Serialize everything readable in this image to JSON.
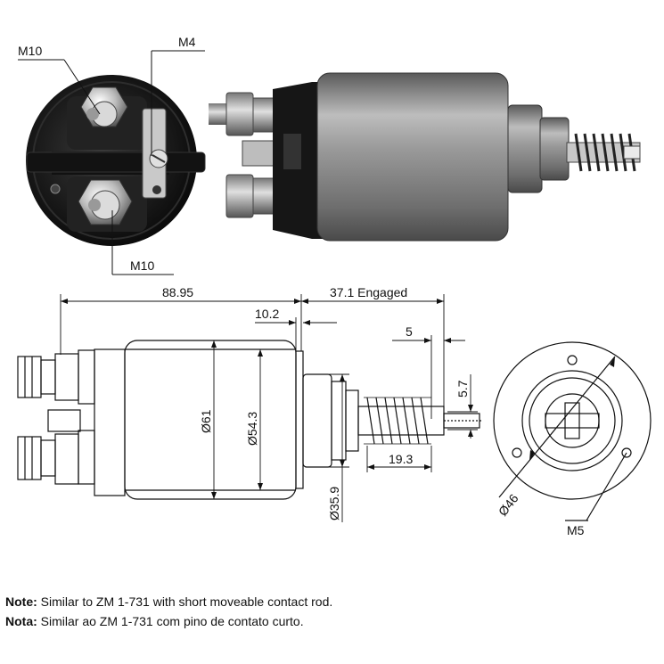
{
  "labels": {
    "m10_top": "M10",
    "m4": "M4",
    "m10_bottom": "M10",
    "m5": "M5"
  },
  "dimensions": {
    "overall_length": "88.95",
    "engaged": "37.1 Engaged",
    "flange": "10.2",
    "stroke": "5",
    "rod_width": "5.7",
    "body_dia": "Ø61",
    "inner_dia": "Ø54.3",
    "nose_dia": "Ø35.9",
    "spring_len": "19.3",
    "bolt_circle": "Ø46"
  },
  "notes": [
    {
      "prefix": "Note:",
      "text": " Similar to ZM 1-731 with short moveable contact rod."
    },
    {
      "prefix": "Nota:",
      "text": " Similar ao ZM 1-731 com pino de contato curto."
    }
  ],
  "colors": {
    "line": "#111111",
    "body_metal": "#8a8a8a",
    "cap_black": "#1a1a1a"
  }
}
